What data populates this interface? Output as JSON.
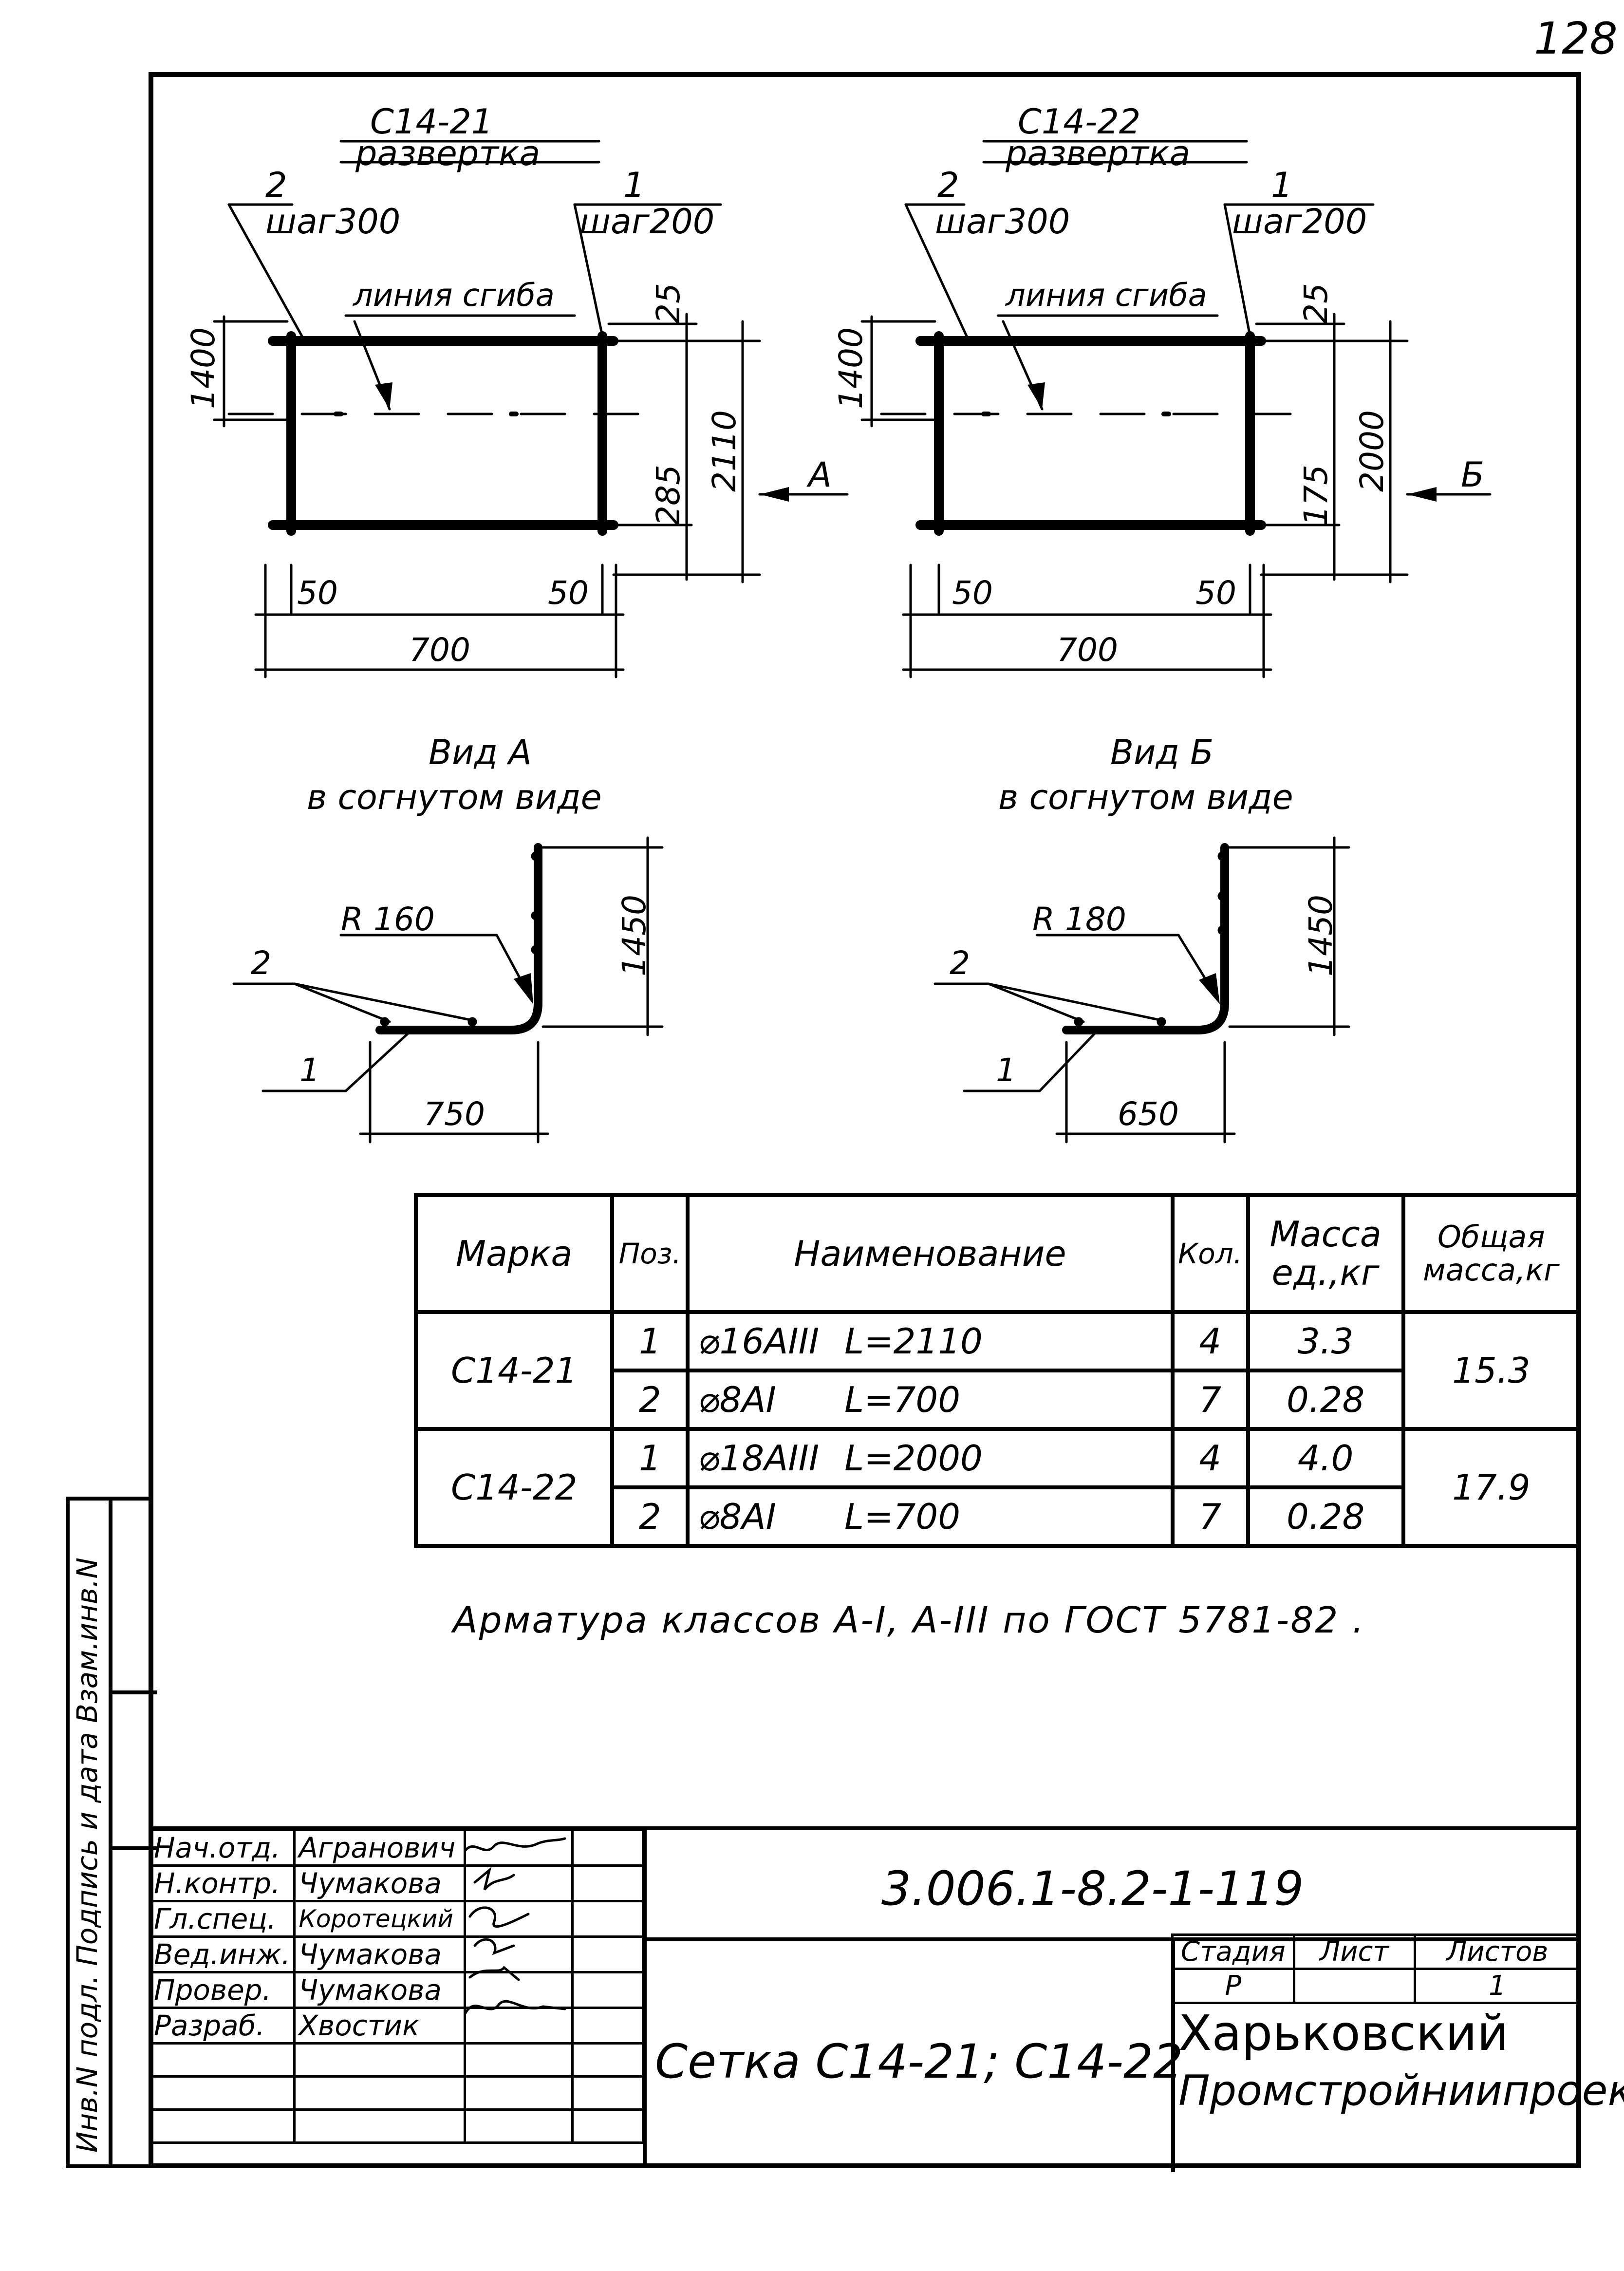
{
  "page_number": "128",
  "left_margin_text": "Инв.N подл. Подпись и дата Взам.инв.N",
  "drawings": [
    {
      "id": "c14-21",
      "mark": "С14-21",
      "subtitle": "развертка",
      "leader_2": "2",
      "leader_2_step": "шаг300",
      "leader_1": "1",
      "leader_1_step": "шаг200",
      "bend_line_label": "линия сгиба",
      "dim_left": "1400",
      "dim_top": "25",
      "dim_mid": "285",
      "dim_total": "2110",
      "dim_overhang_left": "50",
      "dim_overhang_right": "50",
      "dim_width": "700",
      "view_arrow": "А"
    },
    {
      "id": "c14-22",
      "mark": "С14-22",
      "subtitle": "развертка",
      "leader_2": "2",
      "leader_2_step": "шаг300",
      "leader_1": "1",
      "leader_1_step": "шаг200",
      "bend_line_label": "линия сгиба",
      "dim_left": "1400",
      "dim_top": "25",
      "dim_mid": "175",
      "dim_total": "2000",
      "dim_overhang_left": "50",
      "dim_overhang_right": "50",
      "dim_width": "700",
      "view_arrow": "Б"
    }
  ],
  "views": [
    {
      "title": "Вид А",
      "subtitle": "в согнутом виде",
      "radius": "R 160",
      "label_2": "2",
      "label_1": "1",
      "height": "1450",
      "length": "750"
    },
    {
      "title": "Вид Б",
      "subtitle": "в согнутом виде",
      "radius": "R 180",
      "label_2": "2",
      "label_1": "1",
      "height": "1450",
      "length": "650"
    }
  ],
  "spec_table": {
    "headers": [
      "Марка",
      "Поз.",
      "Наименование",
      "Кол.",
      "Масса ед.,кг",
      "Общая масса,кг"
    ],
    "groups": [
      {
        "mark": "С14-21",
        "total": "15.3",
        "rows": [
          {
            "pos": "1",
            "name": "⌀16АIII",
            "length": "L=2110",
            "qty": "4",
            "mass": "3.3"
          },
          {
            "pos": "2",
            "name": "⌀8АI",
            "length": "L=700",
            "qty": "7",
            "mass": "0.28"
          }
        ]
      },
      {
        "mark": "С14-22",
        "total": "17.9",
        "rows": [
          {
            "pos": "1",
            "name": "⌀18АIII",
            "length": "L=2000",
            "qty": "4",
            "mass": "4.0"
          },
          {
            "pos": "2",
            "name": "⌀8АI",
            "length": "L=700",
            "qty": "7",
            "mass": "0.28"
          }
        ]
      }
    ]
  },
  "note": "Арматура классов А-I, А-III по ГОСТ 5781-82 .",
  "title_block": {
    "roles": [
      {
        "role": "Нач.отд.",
        "name": "Агранович"
      },
      {
        "role": "Н.контр.",
        "name": "Чумакова"
      },
      {
        "role": "Гл.спец.",
        "name": "Коротецкий"
      },
      {
        "role": "Вед.инж.",
        "name": "Чумакова"
      },
      {
        "role": "Провер.",
        "name": "Чумакова"
      },
      {
        "role": "Разраб.",
        "name": "Хвостик"
      }
    ],
    "doc_code": "3.006.1-8.2-1-119",
    "title": "Сетка С14-21; С14-22",
    "stage_label": "Стадия",
    "sheet_label": "Лист",
    "sheets_label": "Листов",
    "stage": "Р",
    "sheet": "",
    "sheets": "1",
    "org_line1": "Харьковский",
    "org_line2": "Промстройниипроект"
  }
}
